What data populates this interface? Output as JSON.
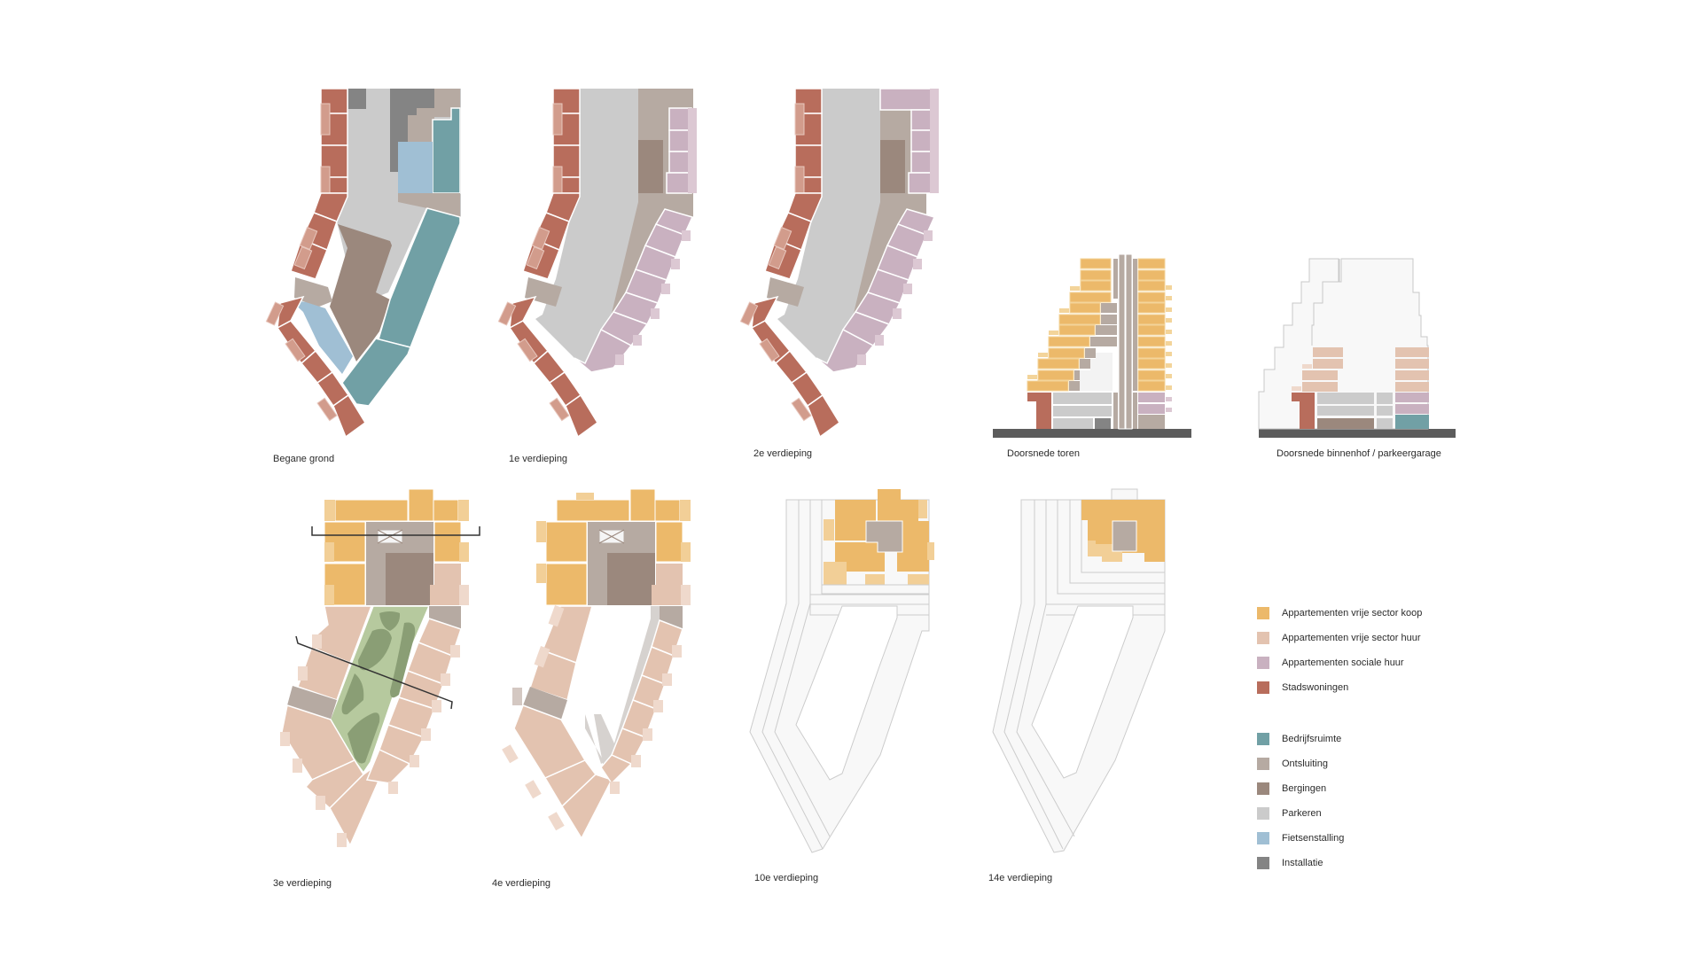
{
  "colors": {
    "koop": "#ecb96a",
    "vrije_huur": "#e3c3b0",
    "sociale_huur": "#c9b1c0",
    "stadswoningen": "#b86d5c",
    "bedrijfsruimte": "#71a0a5",
    "ontsluiting": "#b6aaa2",
    "bergingen": "#9b887d",
    "parkeren": "#cbcbcb",
    "fietsenstalling": "#a0bfd4",
    "installatie": "#848484",
    "tuin_light": "#b6c99e",
    "tuin_dark": "#8a9e75",
    "ground_line": "#5c5c5c",
    "outline": "#c8c8c8"
  },
  "plans": [
    {
      "id": "begane-grond",
      "label": "Begane grond"
    },
    {
      "id": "1e-verdieping",
      "label": "1e verdieping"
    },
    {
      "id": "2e-verdieping",
      "label": "2e verdieping"
    },
    {
      "id": "doorsnede-toren",
      "label": "Doorsnede toren"
    },
    {
      "id": "doorsnede-binnenhof",
      "label": "Doorsnede binnenhof / parkeergarage"
    },
    {
      "id": "3e-verdieping",
      "label": "3e verdieping"
    },
    {
      "id": "4e-verdieping",
      "label": "4e verdieping"
    },
    {
      "id": "10e-verdieping",
      "label": "10e verdieping"
    },
    {
      "id": "14e-verdieping",
      "label": "14e verdieping"
    }
  ],
  "legend": {
    "housing": [
      {
        "label": "Appartementen vrije sector koop",
        "color": "#ecb96a"
      },
      {
        "label": "Appartementen vrije sector huur",
        "color": "#e3c3b0"
      },
      {
        "label": "Appartementen sociale huur",
        "color": "#c9b1c0"
      },
      {
        "label": "Stadswoningen",
        "color": "#b86d5c"
      }
    ],
    "functions": [
      {
        "label": "Bedrijfsruimte",
        "color": "#71a0a5"
      },
      {
        "label": "Ontsluiting",
        "color": "#b6aaa2"
      },
      {
        "label": "Bergingen",
        "color": "#9b887d"
      },
      {
        "label": "Parkeren",
        "color": "#cbcbcb"
      },
      {
        "label": "Fietsenstalling",
        "color": "#a0bfd4"
      },
      {
        "label": "Installatie",
        "color": "#848484"
      }
    ]
  }
}
